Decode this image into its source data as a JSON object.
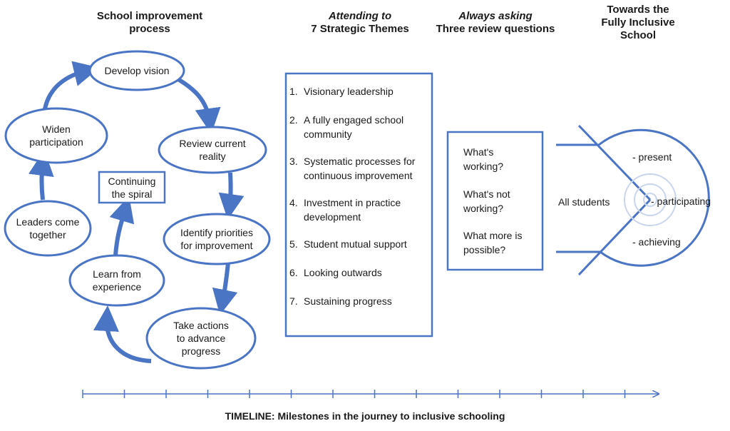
{
  "headers": {
    "process": [
      "School improvement",
      "process"
    ],
    "themes": {
      "italic": "Attending to",
      "line2": "7 Strategic Themes"
    },
    "questions": {
      "italic": "Always asking",
      "line2": "Three review questions"
    },
    "school": [
      "Towards the",
      "Fully Inclusive",
      "School"
    ]
  },
  "cycle": {
    "develop_vision": [
      "Develop vision"
    ],
    "review_reality": [
      "Review current",
      "reality"
    ],
    "identify_priorities": [
      "Identify priorities",
      "for improvement"
    ],
    "take_actions": [
      "Take actions",
      "to advance",
      "progress"
    ],
    "learn_experience": [
      "Learn from",
      "experience"
    ],
    "leaders_together": [
      "Leaders come",
      "together"
    ],
    "widen_participation": [
      "Widen",
      "participation"
    ],
    "continuing_spiral": [
      "Continuing",
      "the spiral"
    ]
  },
  "themes": [
    {
      "num": "1.",
      "text": "Visionary leadership"
    },
    {
      "num": "2.",
      "text": "A fully engaged school community"
    },
    {
      "num": "3.",
      "text": "Systematic processes for continuous improvement"
    },
    {
      "num": "4.",
      "text": "Investment in practice development"
    },
    {
      "num": "5.",
      "text": "Student mutual support"
    },
    {
      "num": "6.",
      "text": "Looking outwards"
    },
    {
      "num": "7.",
      "text": "Sustaining progress"
    }
  ],
  "questions": [
    [
      "What's",
      "working?"
    ],
    [
      "What's not",
      "working?"
    ],
    [
      "What more is",
      "possible?"
    ]
  ],
  "school": {
    "all_students": "All students",
    "present": "- present",
    "participating": "- participating",
    "achieving": "- achieving"
  },
  "timeline": {
    "bold": "TIMELINE:",
    "rest": " Milestones in the journey to inclusive schooling"
  },
  "colors": {
    "accent": "#4a74c4",
    "text": "#1a1a1a"
  }
}
